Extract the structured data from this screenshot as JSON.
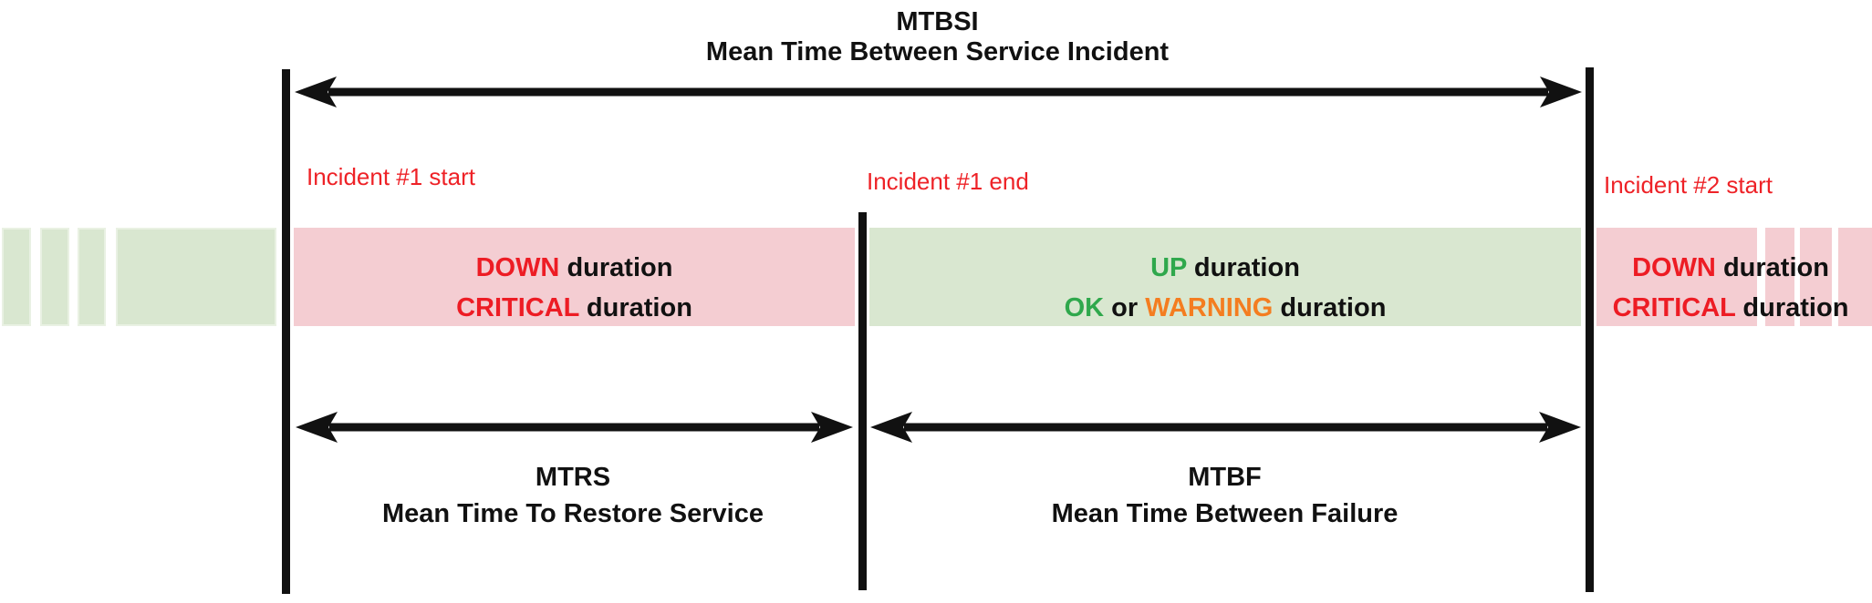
{
  "colors": {
    "ink": "#111111",
    "red": "#ed1c24",
    "green": "#2fa84c",
    "orange": "#f47d20",
    "band_red": "#f4cdd2",
    "band_green": "#d9e7d0",
    "label_red": "#ee2227"
  },
  "title": {
    "abbr": "MTBSI",
    "full": "Mean Time Between Service Incident"
  },
  "incident_labels": {
    "i1_start": "Incident #1 start",
    "i1_end": "Incident #1 end",
    "i2_start": "Incident #2 start"
  },
  "bands": {
    "down1": {
      "l1_status": "DOWN",
      "l1_rest": " duration",
      "l2_status": "CRITICAL",
      "l2_rest": " duration"
    },
    "up": {
      "l1_status": "UP",
      "l1_rest": " duration",
      "l2_ok": "OK",
      "l2_or": " or ",
      "l2_warning": "WARNING",
      "l2_rest": " duration"
    },
    "down2": {
      "l1_status": "DOWN",
      "l1_rest": " duration",
      "l2_status": "CRITICAL",
      "l2_rest": " duration"
    }
  },
  "measures": {
    "mtrs": {
      "abbr": "MTRS",
      "full": "Mean Time To Restore Service"
    },
    "mtbf": {
      "abbr": "MTBF",
      "full": "Mean Time Between Failure"
    }
  }
}
